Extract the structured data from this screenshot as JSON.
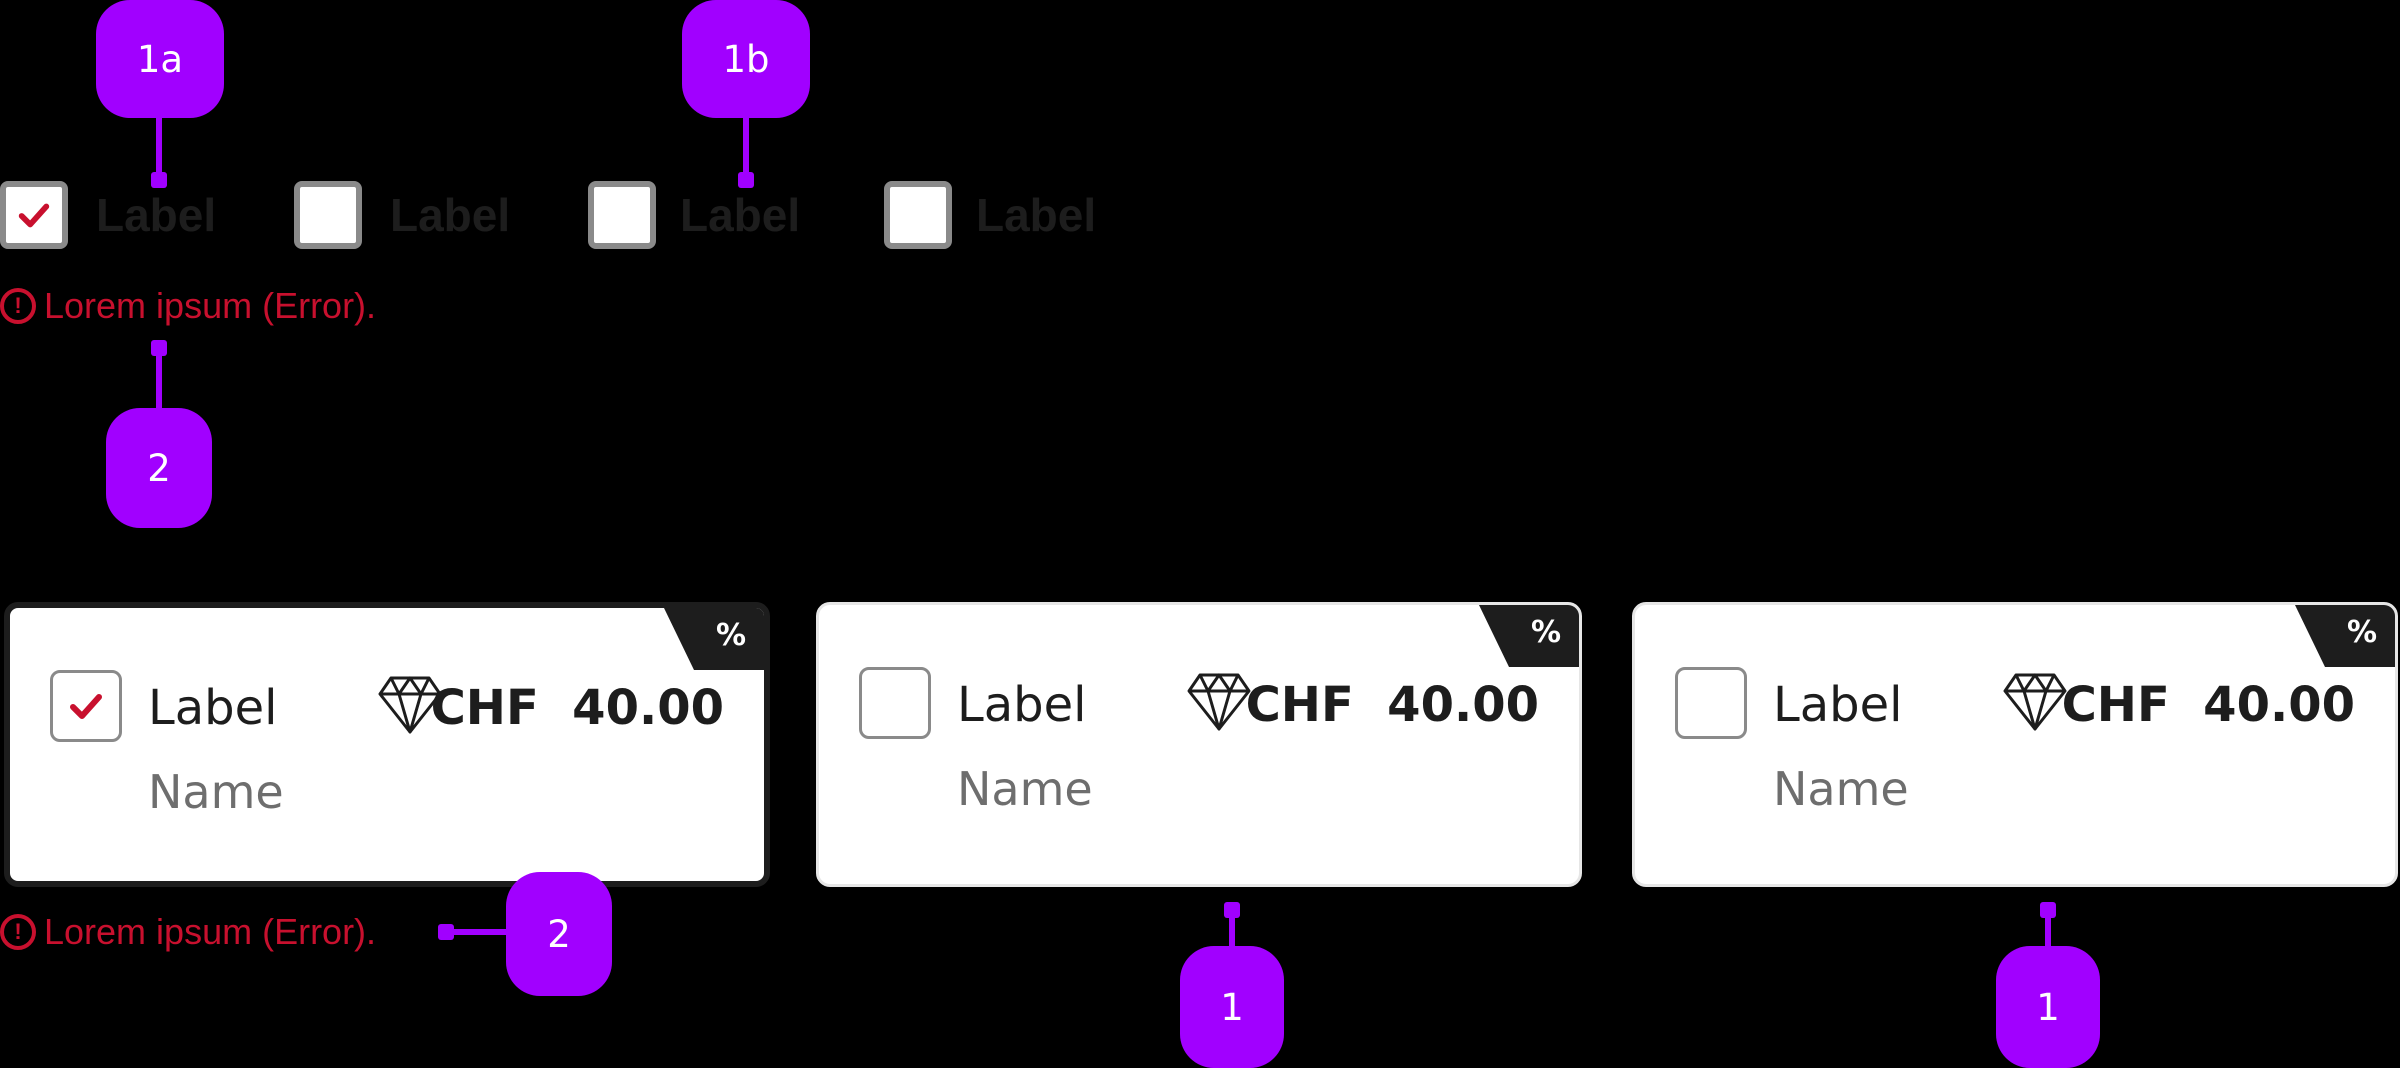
{
  "annotations": {
    "checkbox_checked": "1a",
    "checkbox_unchecked": "1b",
    "error_simple": "2",
    "error_card": "2",
    "card_2": "1",
    "card_3": "1"
  },
  "simple_checkboxes": [
    {
      "label": "Label",
      "checked": true
    },
    {
      "label": "Label",
      "checked": false
    },
    {
      "label": "Label",
      "checked": false
    },
    {
      "label": "Label",
      "checked": false
    }
  ],
  "error": {
    "icon": "exclamation-circle-icon",
    "text": "Lorem ipsum  (Error)."
  },
  "cards": [
    {
      "tag": "%",
      "label": "Label",
      "name": "Name",
      "currency": "CHF",
      "amount": "40.00",
      "icon": "diamond-icon",
      "checked": true
    },
    {
      "tag": "%",
      "label": "Label",
      "name": "Name",
      "currency": "CHF",
      "amount": "40.00",
      "icon": "diamond-icon",
      "checked": false
    },
    {
      "tag": "%",
      "label": "Label",
      "name": "Name",
      "currency": "CHF",
      "amount": "40.00",
      "icon": "diamond-icon",
      "checked": false
    }
  ],
  "colors": {
    "annotation": "#a100ff",
    "error": "#c8102e",
    "checkmark": "#c8102e",
    "text": "#1d1d1d",
    "secondary_text": "#6e6e6e"
  }
}
